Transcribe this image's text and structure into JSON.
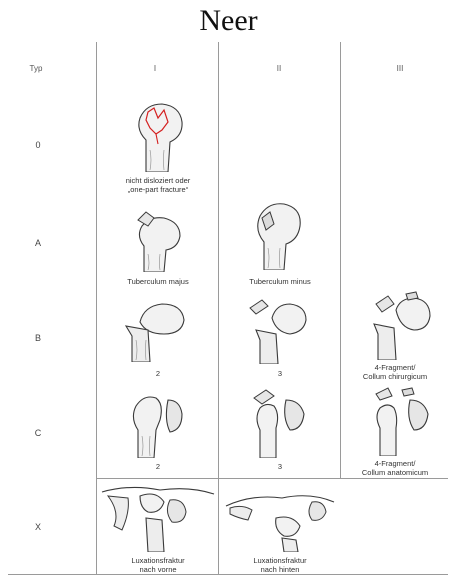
{
  "title": "Neer",
  "header": {
    "typ": "Typ",
    "col_i": "I",
    "col_ii": "II",
    "col_iii": "III"
  },
  "rows": {
    "r0": "0",
    "ra": "A",
    "rb": "B",
    "rc": "C",
    "rx": "X"
  },
  "captions": {
    "c0": "nicht disloziert oder\n„one-part fracture“",
    "a1": "Tuberculum majus",
    "a2": "Tuberculum minus",
    "b1": "2",
    "b2": "3",
    "b3": "4-Fragment/\nCollum chirurgicum",
    "c1": "2",
    "c2": "3",
    "c3": "4-Fragment/\nCollum anatomicum",
    "x1": "Luxationsfraktur\nnach vorne",
    "x2": "Luxationsfraktur\nnach hinten"
  },
  "colors": {
    "line": "#9a9a9a",
    "bone_stroke": "#3a3a3a",
    "fracture_line": "#d42020"
  }
}
